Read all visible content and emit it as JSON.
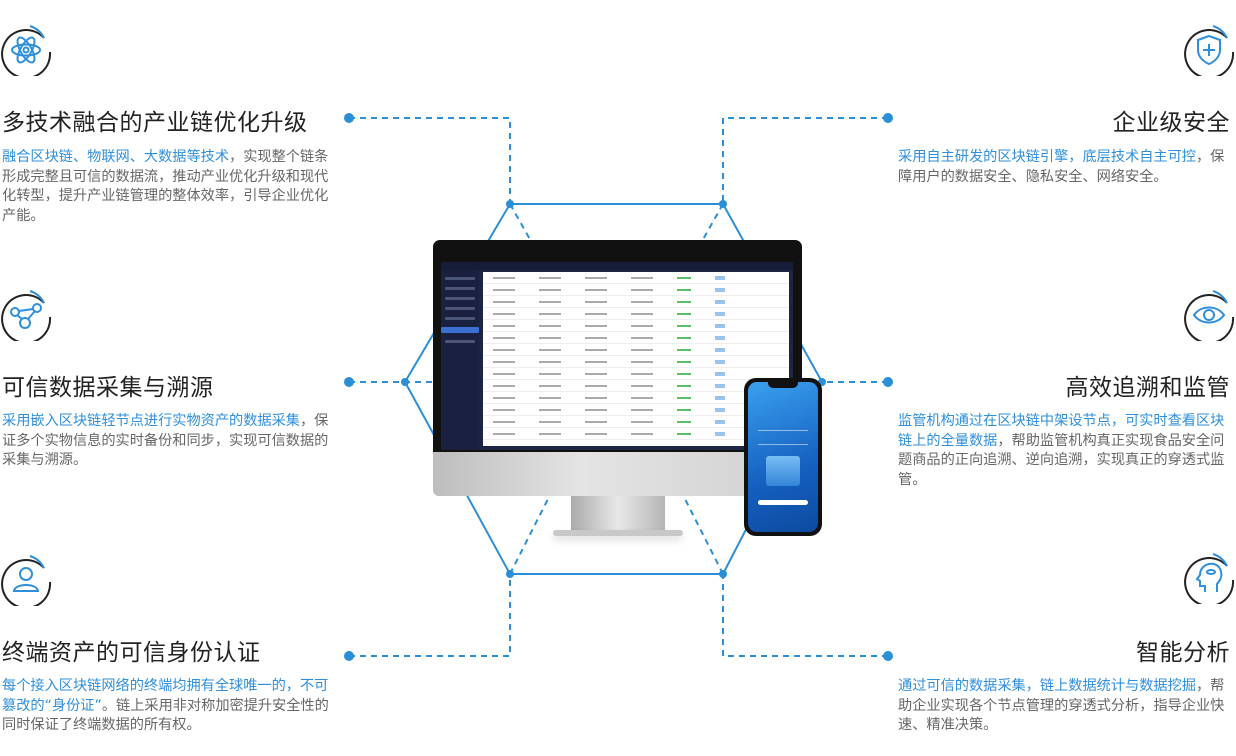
{
  "colors": {
    "accent": "#2f8fdb",
    "line": "#2a8fd6",
    "text": "#666666",
    "title": "#222222"
  },
  "features": [
    {
      "id": "tech-fusion",
      "icon": "atom-icon",
      "title": "多技术融合的产业链优化升级",
      "highlight": "融合区块链、物联网、大数据等技术",
      "rest": "，实现整个链条形成完整且可信的数据流，推动产业优化升级和现代化转型，提升产业链管理的整体效率，引导企业优化产能。"
    },
    {
      "id": "trusted-data",
      "icon": "network-nodes-icon",
      "title": "可信数据采集与溯源",
      "highlight": "采用嵌入区块链轻节点进行实物资产的数据采集",
      "rest": "，保证多个实物信息的实时备份和同步，实现可信数据的采集与溯源。"
    },
    {
      "id": "identity",
      "icon": "user-icon",
      "title": "终端资产的可信身份认证",
      "highlight": "每个接入区块链网络的终端均拥有全球唯一的，不可篡改的“身份证”",
      "rest": "。链上采用非对称加密提升安全性的同时保证了终端数据的所有权。"
    },
    {
      "id": "security",
      "icon": "shield-plus-icon",
      "title": "企业级安全",
      "highlight": "采用自主研发的区块链引擎，底层技术自主可控",
      "rest": "，保障用户的数据安全、隐私安全、网络安全。"
    },
    {
      "id": "trace",
      "icon": "eye-icon",
      "title": "高效追溯和监管",
      "highlight": "监管机构通过在区块链中架设节点，可实时查看区块链上的全量数据",
      "rest": "，帮助监管机构真正实现食品安全问题商品的正向追溯、逆向追溯，实现真正的穿透式监管。"
    },
    {
      "id": "analysis",
      "icon": "head-brain-icon",
      "title": "智能分析",
      "highlight": "通过可信的数据采集，链上数据统计与数据挖掘",
      "rest": "，帮助企业实现各个节点管理的穿透式分析，指导企业快速、精准决策。"
    }
  ]
}
